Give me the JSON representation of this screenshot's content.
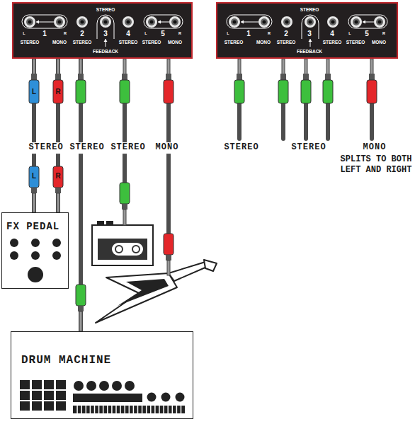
{
  "diagram": {
    "nodes": [
      {
        "text": [
          "STEREO",
          "L",
          "1",
          "R",
          "2",
          "3",
          "4",
          "L",
          "5",
          "R",
          "STEREO",
          "MONO",
          "STEREO",
          "STEREO",
          "STEREO",
          "MONO",
          "FEEDBACK"
        ]
      },
      {
        "text": [
          "STEREO",
          "L",
          "1",
          "R",
          "2",
          "3",
          "4",
          "L",
          "5",
          "R",
          "STEREO",
          "MONO",
          "STEREO",
          "STEREO",
          "STEREO",
          "MONO",
          "FEEDBACK"
        ]
      },
      {
        "text": [
          "FX PEDAL"
        ]
      },
      {
        "text": [
          "DRUM MACHINE"
        ]
      }
    ],
    "edges": [
      {
        "from": 0,
        "to": 2,
        "arrow": "none"
      },
      {
        "from": 0,
        "to": 2,
        "arrow": "none"
      },
      {
        "from": 0,
        "to": 3,
        "arrow": "none"
      }
    ],
    "labels": [
      "L",
      "R",
      "L",
      "R",
      "STEREO",
      "STEREO",
      "STEREO",
      "MONO",
      "STEREO",
      "STEREO",
      "MONO",
      "SPLITS TO BOTH LEFT AND RIGHT"
    ]
  }
}
